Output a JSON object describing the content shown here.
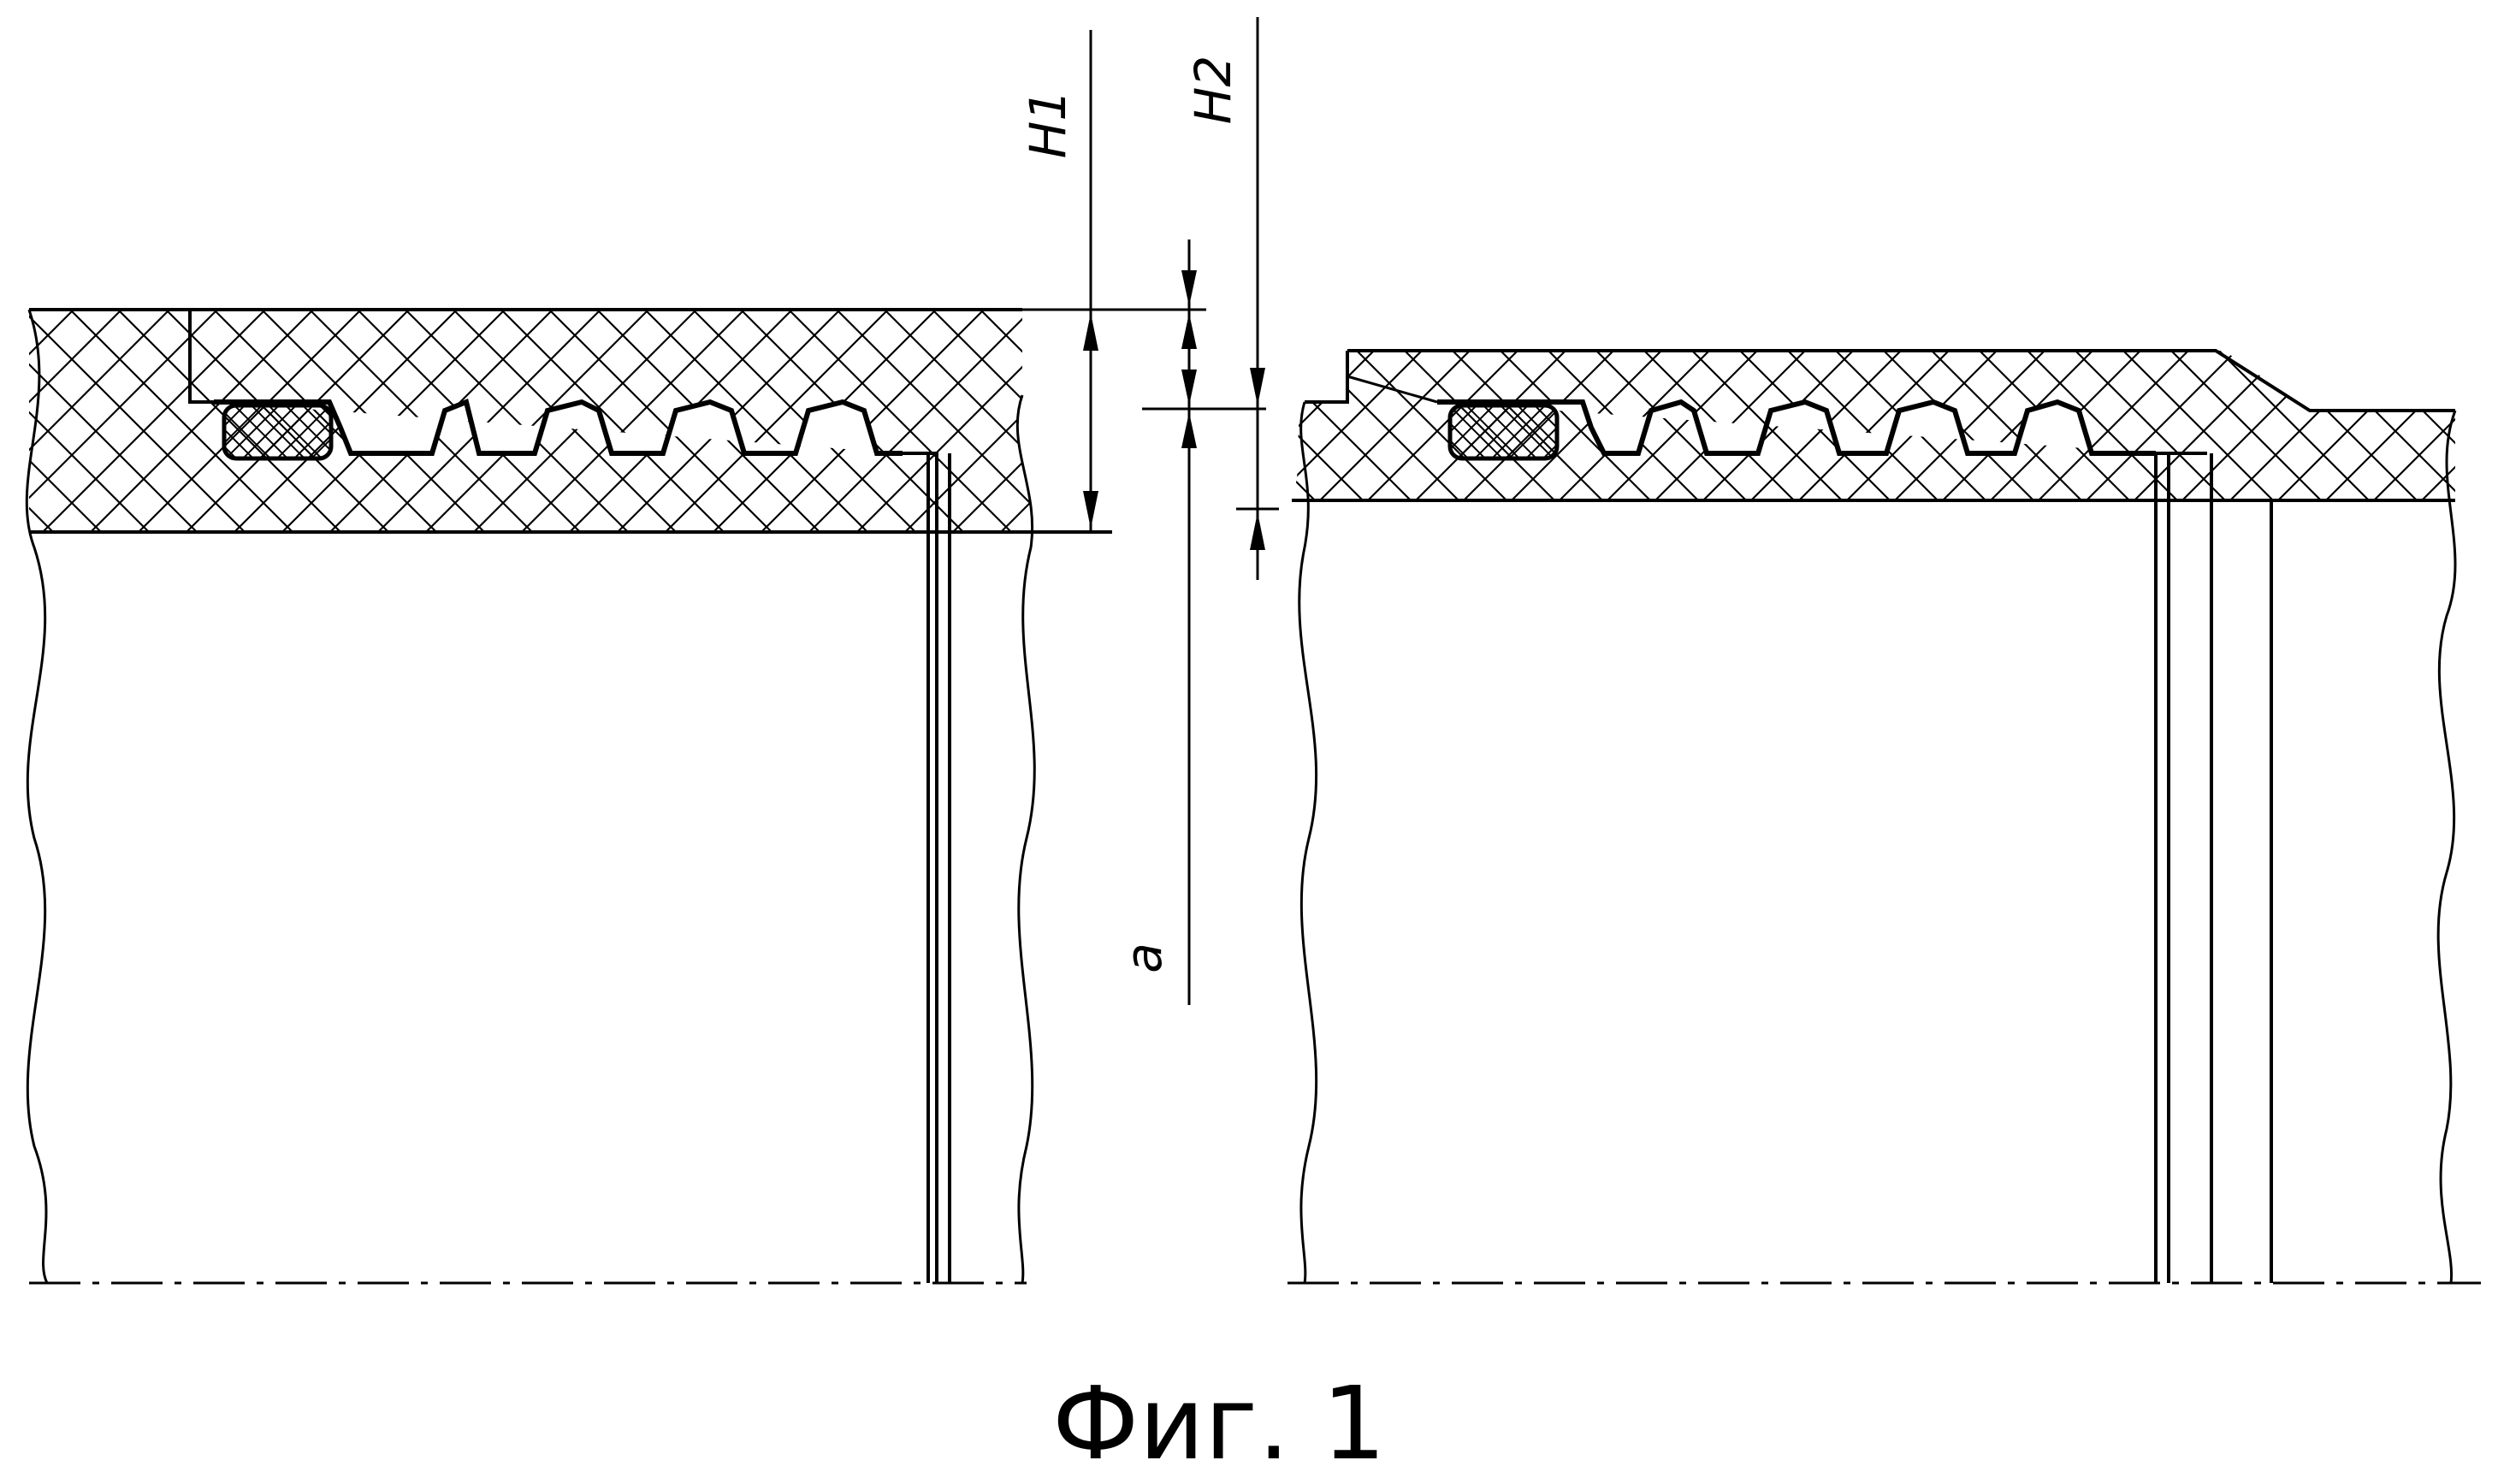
{
  "figure": {
    "caption": "Фиг. 1",
    "labels": {
      "h1": "H1",
      "h2": "H2",
      "a": "a"
    },
    "colors": {
      "ink": "#000000",
      "background": "#ffffff"
    }
  }
}
